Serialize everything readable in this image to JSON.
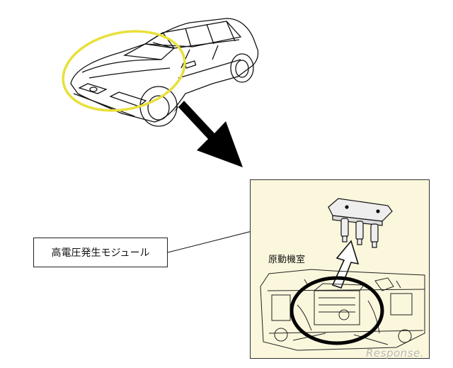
{
  "callout": {
    "text": "高電圧発生モジュール"
  },
  "inset": {
    "room_label": "原動機室"
  },
  "watermark": {
    "text": "Response."
  },
  "colors": {
    "highlight_ring": "#e8e03a",
    "arrow": "#000000",
    "inset_background": "#fbf7dc"
  },
  "icons": [
    "car-illustration",
    "ignition-coil-module",
    "engine-bay-illustration",
    "pointer-arrow"
  ]
}
